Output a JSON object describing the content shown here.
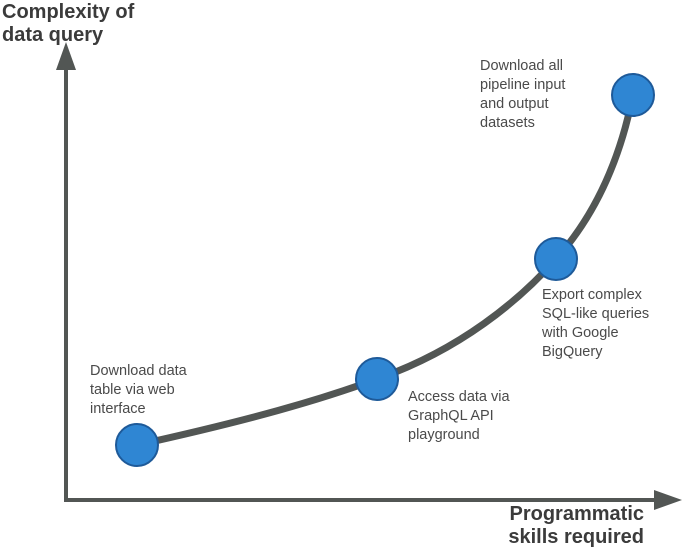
{
  "axes": {
    "y_title": [
      "Complexity of",
      "data query"
    ],
    "x_title": [
      "Programmatic",
      "skills required"
    ]
  },
  "points": [
    {
      "label_lines": [
        "Download data",
        "table via web",
        "interface"
      ]
    },
    {
      "label_lines": [
        "Access data via",
        "GraphQL API",
        "playground"
      ]
    },
    {
      "label_lines": [
        "Export complex",
        "SQL-like queries",
        "with Google",
        "BigQuery"
      ]
    },
    {
      "label_lines": [
        "Download all",
        "pipeline input",
        "and output",
        "datasets"
      ]
    }
  ],
  "colors": {
    "axis": "#525654",
    "curve": "#525654",
    "point_fill": "#2f86d3",
    "point_stroke": "#1e5a99",
    "text": "#4a4a4a",
    "title": "#3b3b3b"
  }
}
